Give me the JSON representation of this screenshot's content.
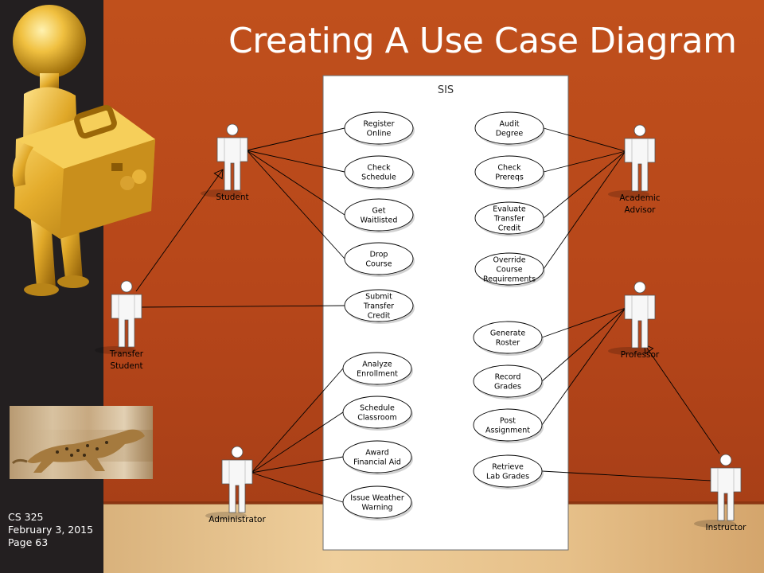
{
  "title": "Creating A Use Case Diagram",
  "footer": {
    "course": "CS 325",
    "date": "February 3, 2015",
    "page": "Page 63"
  },
  "system": {
    "name": "SIS"
  },
  "actors": [
    {
      "id": "student",
      "lines": [
        "Student"
      ]
    },
    {
      "id": "transfer-student",
      "lines": [
        "Transfer",
        "Student"
      ]
    },
    {
      "id": "administrator",
      "lines": [
        "Administrator"
      ]
    },
    {
      "id": "academic-advisor",
      "lines": [
        "Academic",
        "Advisor"
      ]
    },
    {
      "id": "professor",
      "lines": [
        "Professor"
      ]
    },
    {
      "id": "instructor",
      "lines": [
        "Instructor"
      ]
    }
  ],
  "use_cases": [
    {
      "id": "register-online",
      "lines": [
        "Register",
        "Online"
      ]
    },
    {
      "id": "check-schedule",
      "lines": [
        "Check",
        "Schedule"
      ]
    },
    {
      "id": "get-waitlisted",
      "lines": [
        "Get",
        "Waitlisted"
      ]
    },
    {
      "id": "drop-course",
      "lines": [
        "Drop",
        "Course"
      ]
    },
    {
      "id": "submit-transfer-credit",
      "lines": [
        "Submit",
        "Transfer",
        "Credit"
      ]
    },
    {
      "id": "analyze-enrollment",
      "lines": [
        "Analyze",
        "Enrollment"
      ]
    },
    {
      "id": "schedule-classroom",
      "lines": [
        "Schedule",
        "Classroom"
      ]
    },
    {
      "id": "award-financial-aid",
      "lines": [
        "Award",
        "Financial Aid"
      ]
    },
    {
      "id": "issue-weather-warning",
      "lines": [
        "Issue Weather",
        "Warning"
      ]
    },
    {
      "id": "audit-degree",
      "lines": [
        "Audit",
        "Degree"
      ]
    },
    {
      "id": "check-prereqs",
      "lines": [
        "Check",
        "Prereqs"
      ]
    },
    {
      "id": "evaluate-transfer-credit",
      "lines": [
        "Evaluate",
        "Transfer",
        "Credit"
      ]
    },
    {
      "id": "override-course-requirements",
      "lines": [
        "Override",
        "Course",
        "Requirements"
      ]
    },
    {
      "id": "generate-roster",
      "lines": [
        "Generate",
        "Roster"
      ]
    },
    {
      "id": "record-grades",
      "lines": [
        "Record",
        "Grades"
      ]
    },
    {
      "id": "post-assignment",
      "lines": [
        "Post",
        "Assignment"
      ]
    },
    {
      "id": "retrieve-lab-grades",
      "lines": [
        "Retrieve",
        "Lab Grades"
      ]
    }
  ],
  "associations": [
    [
      "student",
      "register-online"
    ],
    [
      "student",
      "check-schedule"
    ],
    [
      "student",
      "get-waitlisted"
    ],
    [
      "student",
      "drop-course"
    ],
    [
      "transfer-student",
      "submit-transfer-credit"
    ],
    [
      "administrator",
      "analyze-enrollment"
    ],
    [
      "administrator",
      "schedule-classroom"
    ],
    [
      "administrator",
      "award-financial-aid"
    ],
    [
      "administrator",
      "issue-weather-warning"
    ],
    [
      "academic-advisor",
      "audit-degree"
    ],
    [
      "academic-advisor",
      "check-prereqs"
    ],
    [
      "academic-advisor",
      "evaluate-transfer-credit"
    ],
    [
      "academic-advisor",
      "override-course-requirements"
    ],
    [
      "professor",
      "generate-roster"
    ],
    [
      "professor",
      "record-grades"
    ],
    [
      "professor",
      "post-assignment"
    ],
    [
      "instructor",
      "retrieve-lab-grades"
    ]
  ],
  "generalizations": [
    [
      "transfer-student",
      "student"
    ],
    [
      "instructor",
      "professor"
    ]
  ],
  "colors": {
    "background": "#b9491a",
    "sidebar": "#231f20",
    "floor": "#e6c089",
    "title": "#ffffff"
  }
}
